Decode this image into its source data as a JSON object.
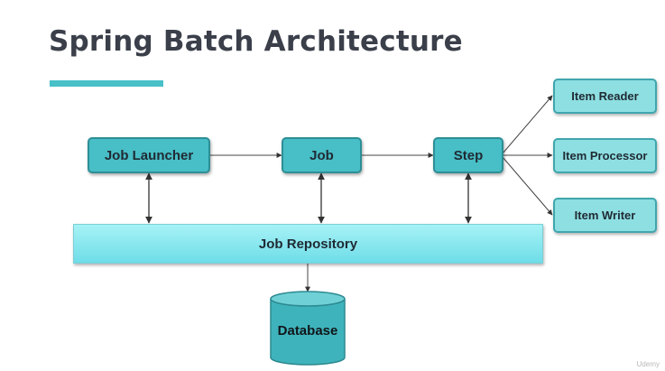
{
  "slide": {
    "title": "Spring Batch Architecture",
    "accent_color": "#48c0c8",
    "watermark": "Udemy"
  },
  "diagram": {
    "nodes": {
      "job_launcher": "Job Launcher",
      "job": "Job",
      "step": "Step",
      "item_reader": "Item Reader",
      "item_processor": "Item Processor",
      "item_writer": "Item Writer",
      "job_repository": "Job Repository",
      "database": "Database"
    },
    "edges": [
      {
        "from": "Job Launcher",
        "to": "Job",
        "type": "arrow"
      },
      {
        "from": "Job",
        "to": "Step",
        "type": "arrow"
      },
      {
        "from": "Step",
        "to": "Item Reader",
        "type": "arrow"
      },
      {
        "from": "Step",
        "to": "Item Processor",
        "type": "arrow"
      },
      {
        "from": "Step",
        "to": "Item Writer",
        "type": "arrow"
      },
      {
        "from": "Job Launcher",
        "to": "Job Repository",
        "type": "bidirectional"
      },
      {
        "from": "Job",
        "to": "Job Repository",
        "type": "bidirectional"
      },
      {
        "from": "Step",
        "to": "Job Repository",
        "type": "bidirectional"
      },
      {
        "from": "Job Repository",
        "to": "Database",
        "type": "arrow"
      }
    ],
    "colors": {
      "box_fill": "#48bec6",
      "box_border": "#2d8f96",
      "item_fill": "#8edfe2",
      "repo_fill": "#8fe9f0",
      "database_fill": "#3fb3bb",
      "arrow": "#333333"
    }
  }
}
